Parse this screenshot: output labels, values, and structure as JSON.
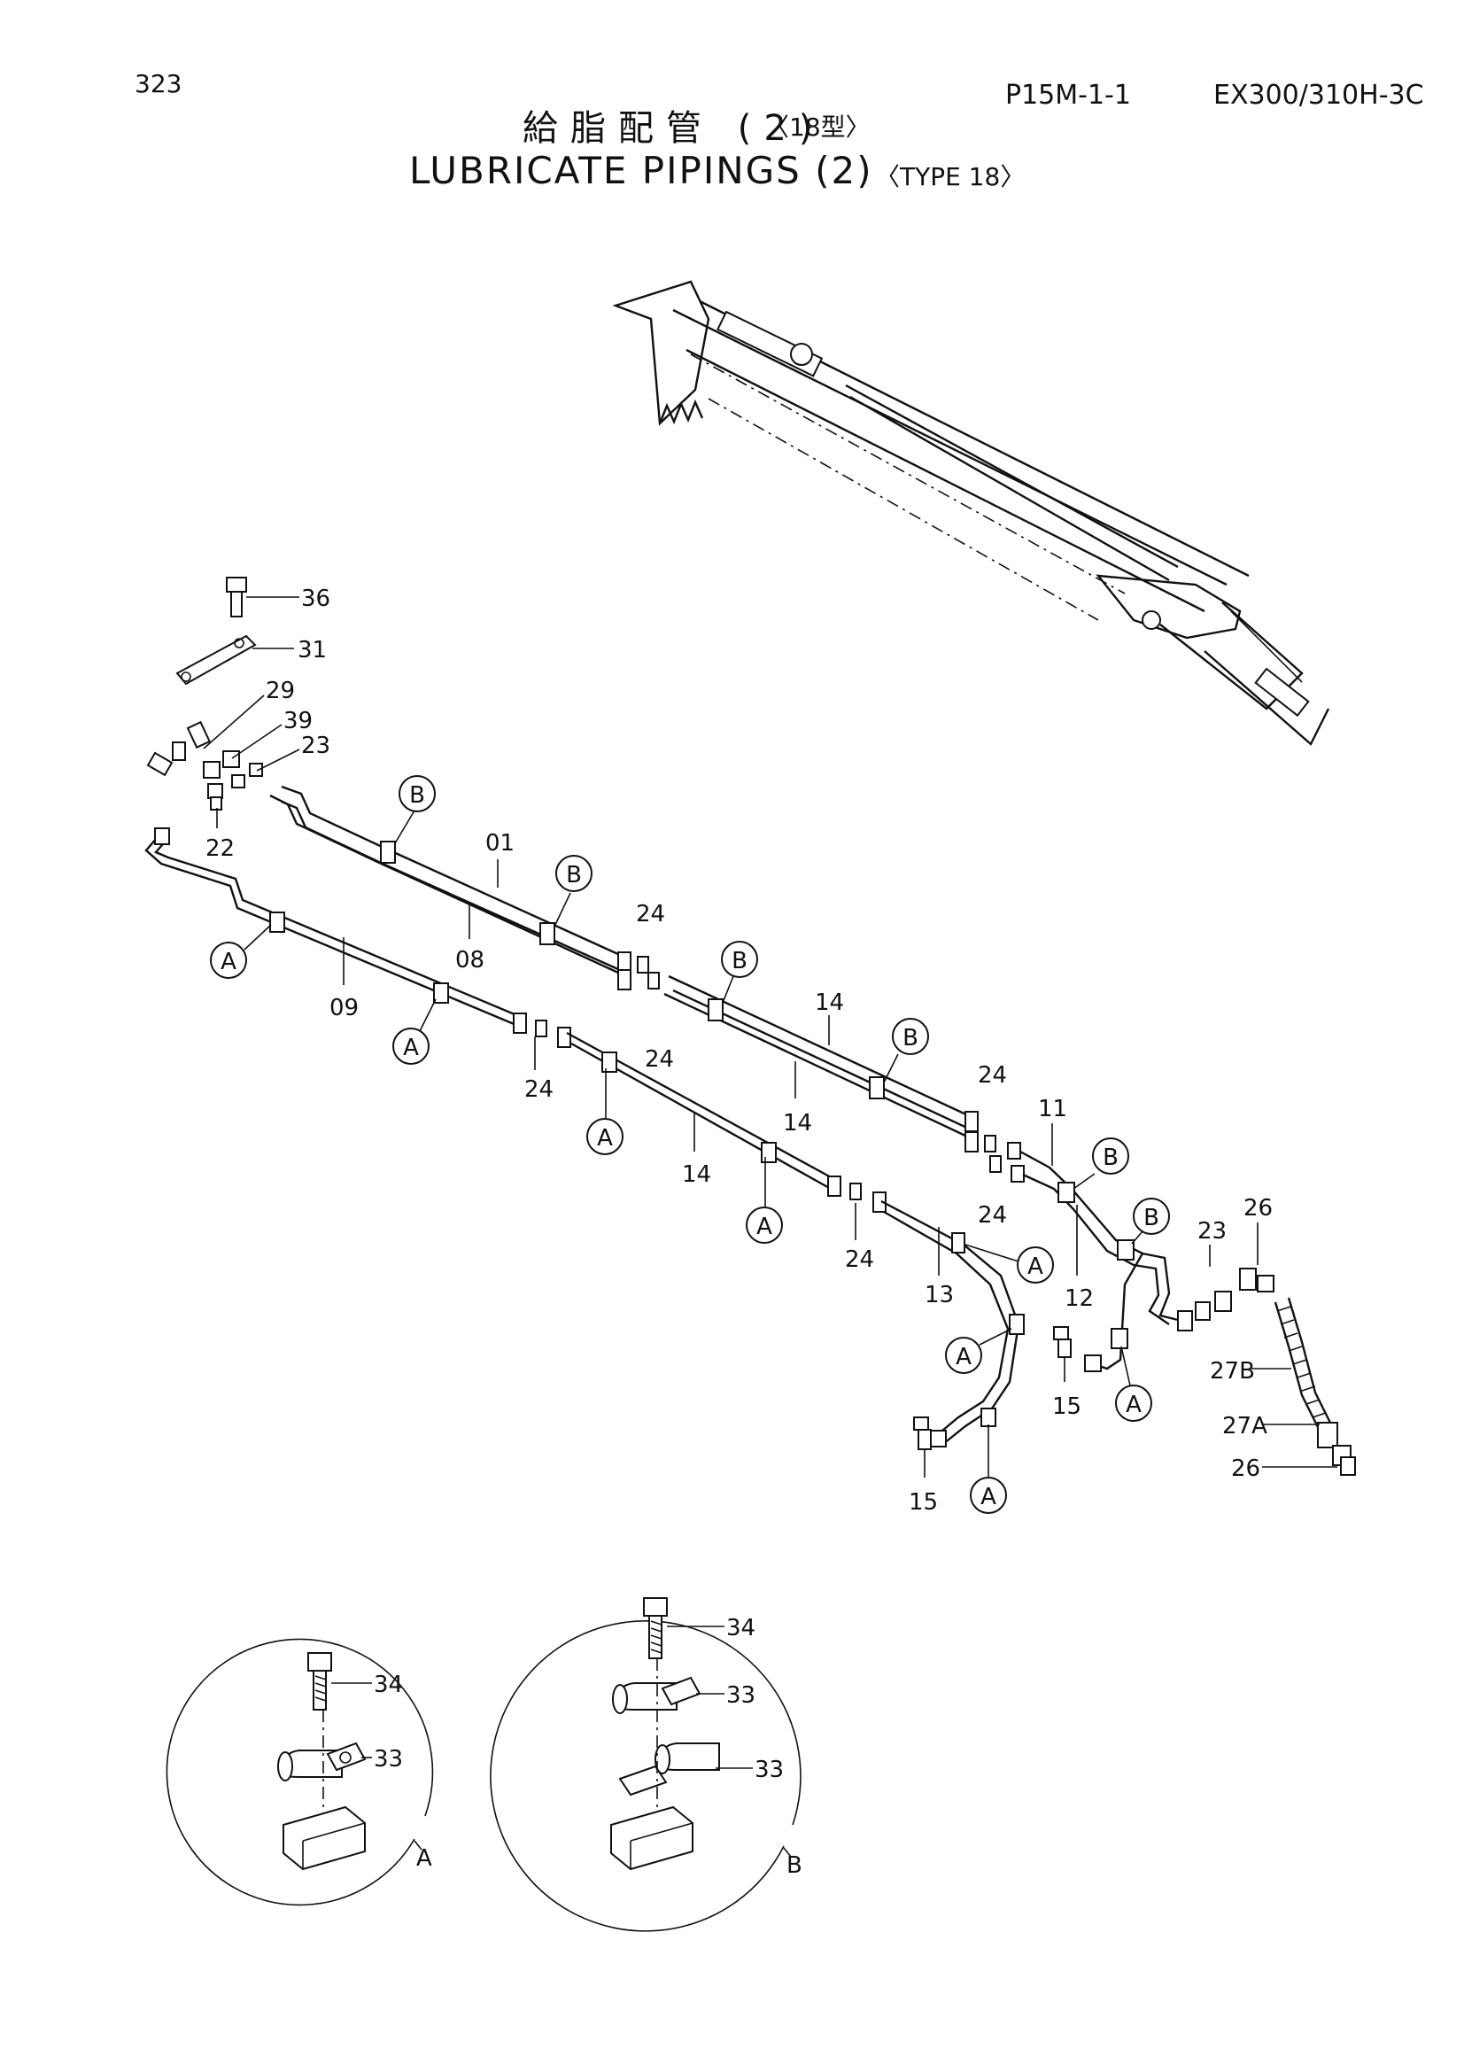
{
  "header": {
    "page_number": "323",
    "ref_code": "P15M-1-1",
    "model": "EX300/310H-3C",
    "title_jp": "給脂配管 (2)",
    "title_jp_type": "〈18型〉",
    "title_en": "LUBRICATE PIPINGS (2)",
    "title_en_type": "〈TYPE 18〉"
  },
  "part_labels": {
    "p36": "36",
    "p31": "31",
    "p29": "29",
    "p39": "39",
    "p23a": "23",
    "p22": "22",
    "p01": "01",
    "p08": "08",
    "p09": "09",
    "p24a": "24",
    "p24b": "24",
    "p24c": "24",
    "p24d": "24",
    "p24e": "24",
    "p24f": "24",
    "p14a": "14",
    "p14b": "14",
    "p14c": "14",
    "p11": "11",
    "p12": "12",
    "p13": "13",
    "p15a": "15",
    "p15b": "15",
    "p23b": "23",
    "p26a": "26",
    "p26b": "26",
    "p27b": "27B",
    "p27a": "27A",
    "d34a": "34",
    "d33a": "33",
    "d34b": "34",
    "d33b": "33",
    "d33c": "33"
  },
  "callouts": {
    "a": "A",
    "b": "B"
  },
  "detail_labels": {
    "a": "A",
    "b": "B"
  }
}
